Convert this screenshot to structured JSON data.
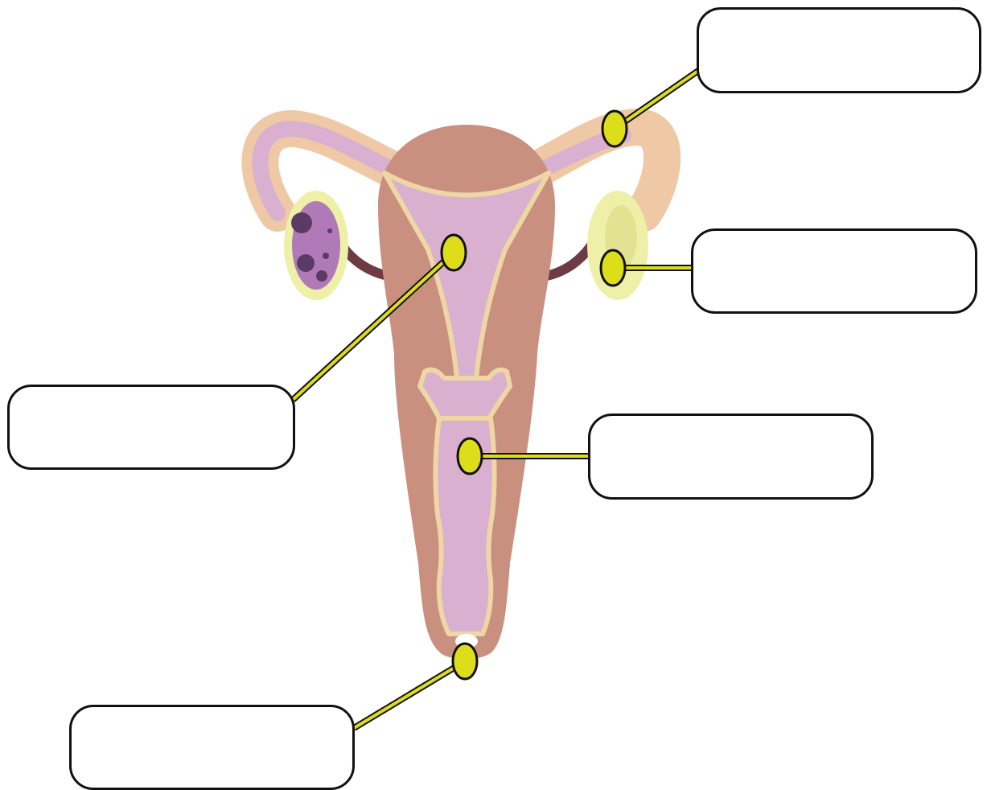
{
  "diagram": {
    "colors": {
      "tissue": "#C99080",
      "lining": "#D9B0CF",
      "outline": "#EED6A5",
      "tube": "#EFC9A5",
      "ovary": "#B07AB8",
      "ovary_spots": "#5C3A66",
      "ligament": "#6E3B44",
      "pin_fill": "#DDDD1A",
      "pin_stroke": "#111111",
      "leader": "#DDDD1A"
    },
    "labels": [
      {
        "id": "label-1",
        "text": ""
      },
      {
        "id": "label-2",
        "text": ""
      },
      {
        "id": "label-3",
        "text": ""
      },
      {
        "id": "label-4",
        "text": ""
      },
      {
        "id": "label-5",
        "text": ""
      }
    ]
  }
}
